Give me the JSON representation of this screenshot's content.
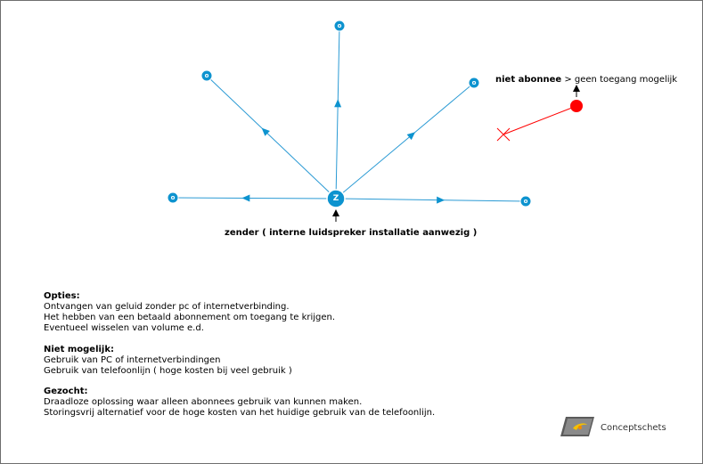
{
  "diagram": {
    "hub_label": "Z",
    "receiver_label": "o",
    "sender_caption": "zender ( interne luidspreker installatie aanwezig )",
    "non_subscriber": {
      "bold": "niet abonnee",
      "rest": " > geen toegang mogelijk"
    },
    "colors": {
      "node": "#0d93cf",
      "line": "#2a9ad4",
      "blocked": "#ff0000"
    }
  },
  "notes": {
    "opties": {
      "heading": "Opties:",
      "lines": [
        "Ontvangen van geluid zonder pc of internetverbinding.",
        "Het hebben van een betaald abonnement om toegang te krijgen.",
        "Eventueel wisselen van volume e.d."
      ]
    },
    "niet_mogelijk": {
      "heading": "Niet mogelijk:",
      "lines": [
        "Gebruik van PC of internetverbindingen",
        "Gebruik van telefoonlijn ( hoge kosten bij veel gebruik )"
      ]
    },
    "gezocht": {
      "heading": "Gezocht:",
      "lines": [
        "Draadloze oplossing waar alleen abonnees gebruik van kunnen maken.",
        "Storingsvrij alternatief voor de hoge kosten van het huidige gebruik van de telefoonlijn."
      ]
    }
  },
  "branding": {
    "label": "Conceptschets",
    "icon": "conceptschets-logo-icon"
  }
}
